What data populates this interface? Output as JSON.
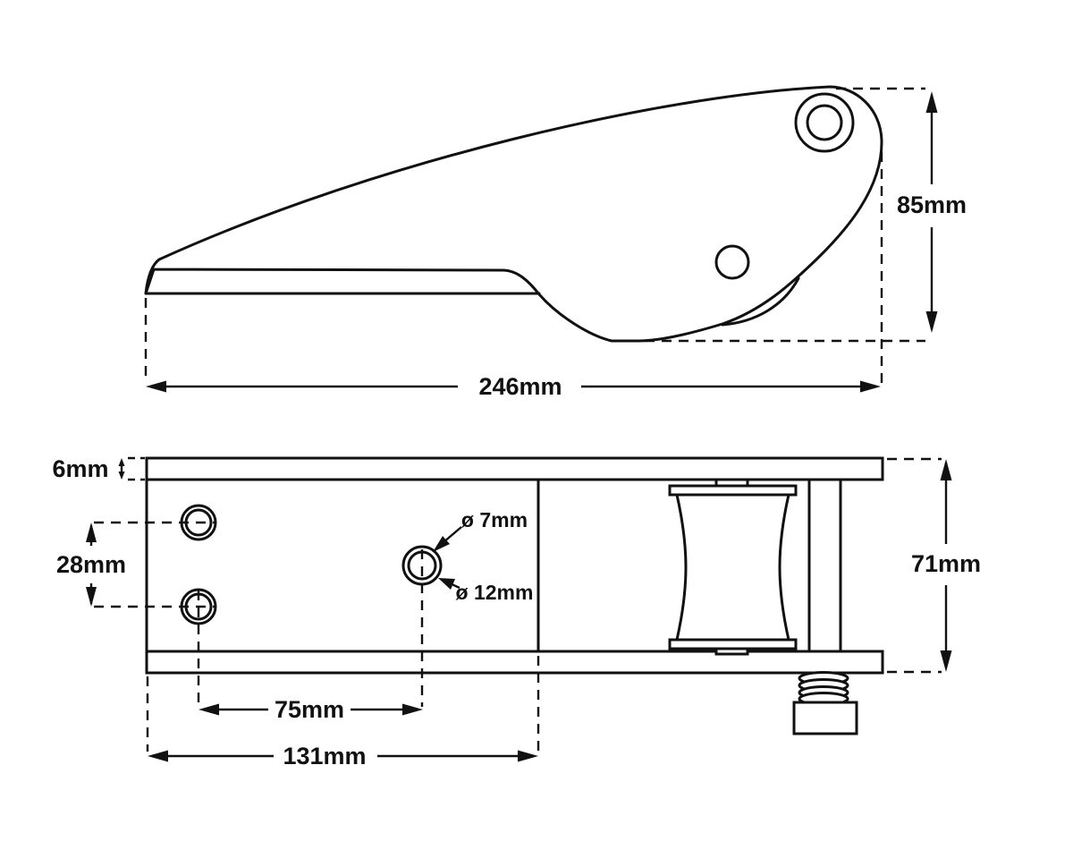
{
  "colors": {
    "line": "#111111",
    "background": "#ffffff"
  },
  "dims": {
    "side_length": "246mm",
    "side_height": "85mm",
    "plate_thickness": "6mm",
    "hole_spacing": "28mm",
    "hole_pitch": "75mm",
    "base_length": "131mm",
    "overall_width": "71mm",
    "hole_bore": "ø 7mm",
    "hole_counterbore": "ø 12mm"
  }
}
